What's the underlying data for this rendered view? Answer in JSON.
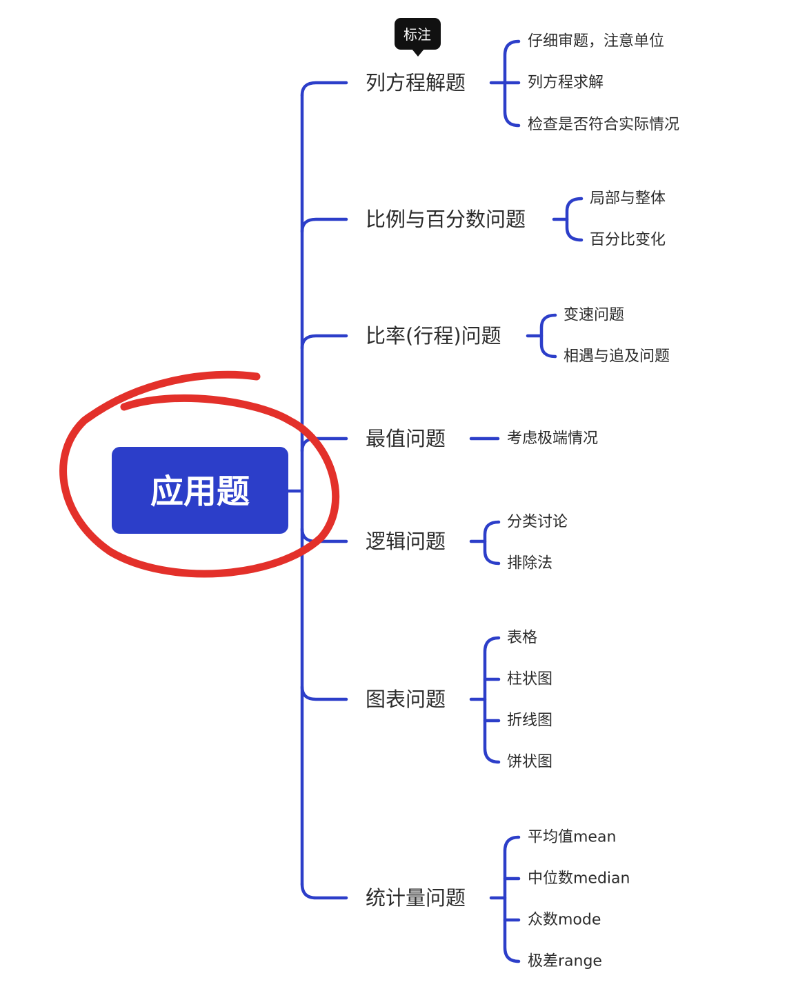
{
  "colors": {
    "connector": "#2c3ec9",
    "root_fill": "#2c3ec9",
    "root_text": "#ffffff",
    "highlight_circle": "#e3302a",
    "tooltip_bg": "#111111",
    "text": "#2b2b2b"
  },
  "tooltip": {
    "label": "标注"
  },
  "root": {
    "label": "应用题"
  },
  "branches": [
    {
      "label": "列方程解题",
      "children": [
        "仔细审题，注意单位",
        "列方程求解",
        "检查是否符合实际情况"
      ]
    },
    {
      "label": "比例与百分数问题",
      "children": [
        "局部与整体",
        "百分比变化"
      ]
    },
    {
      "label": "比率(行程)问题",
      "children": [
        "变速问题",
        "相遇与追及问题"
      ]
    },
    {
      "label": "最值问题",
      "children": [
        "考虑极端情况"
      ]
    },
    {
      "label": "逻辑问题",
      "children": [
        "分类讨论",
        "排除法"
      ]
    },
    {
      "label": "图表问题",
      "children": [
        "表格",
        "柱状图",
        "折线图",
        "饼状图"
      ]
    },
    {
      "label": "统计量问题",
      "children": [
        "平均值mean",
        "中位数median",
        "众数mode",
        "极差range"
      ]
    }
  ]
}
